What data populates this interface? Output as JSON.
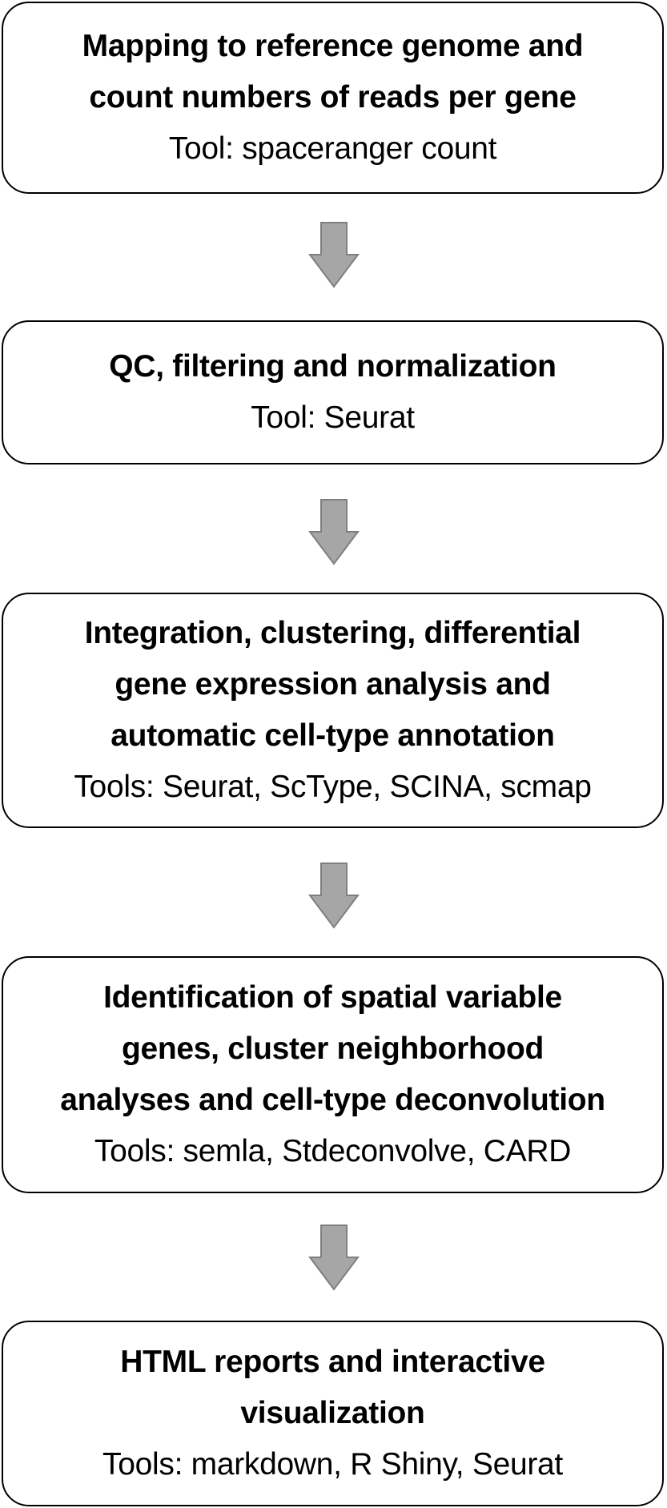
{
  "steps": [
    {
      "title_lines": [
        "Mapping to reference genome and",
        "count numbers of reads per gene"
      ],
      "tools": "Tool: spaceranger count"
    },
    {
      "title_lines": [
        "QC, filtering and normalization"
      ],
      "tools": "Tool: Seurat"
    },
    {
      "title_lines": [
        "Integration, clustering, differential",
        "gene expression analysis and",
        "automatic cell-type annotation"
      ],
      "tools": "Tools: Seurat, ScType, SCINA, scmap"
    },
    {
      "title_lines": [
        "Identification of spatial variable",
        "genes, cluster neighborhood",
        "analyses and cell-type deconvolution"
      ],
      "tools": "Tools: semla, Stdeconvolve, CARD"
    },
    {
      "title_lines": [
        "HTML reports and interactive",
        "visualization"
      ],
      "tools": "Tools: markdown, R Shiny, Seurat"
    }
  ],
  "colors": {
    "box_border": "#000000",
    "arrow_fill": "#a6a6a6",
    "arrow_stroke": "#7f7f7f"
  },
  "icons": {
    "arrow": "down-arrow-icon"
  }
}
